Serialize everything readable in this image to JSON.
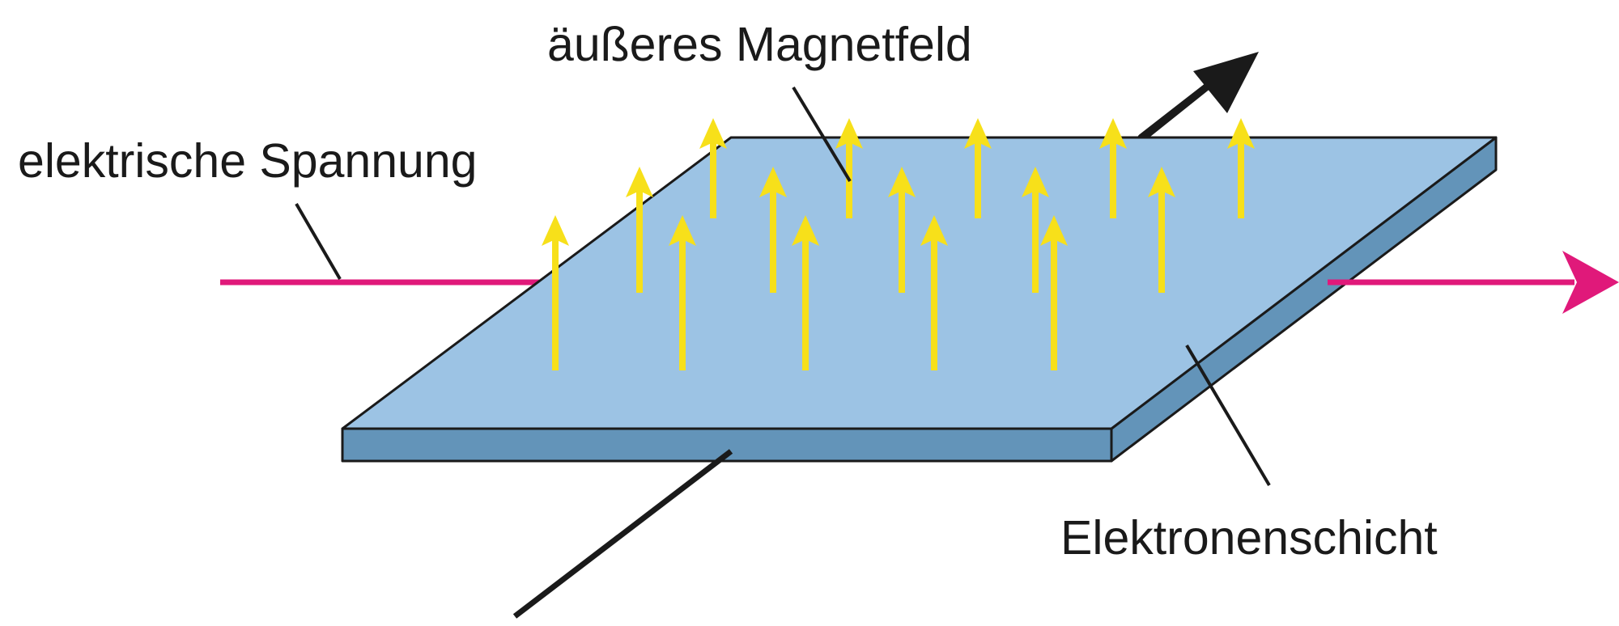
{
  "labels": {
    "magnetic_field": "äußeres Magnetfeld",
    "voltage": "elektrische Spannung",
    "electron_layer": "Elektronenschicht"
  },
  "colors": {
    "plate_top": "#9cc3e4",
    "plate_side": "#6394b9",
    "outline": "#1a1a1a",
    "field_arrows": "#f7e01a",
    "current": "#e0197a",
    "leader_lines": "#1a1a1a"
  }
}
